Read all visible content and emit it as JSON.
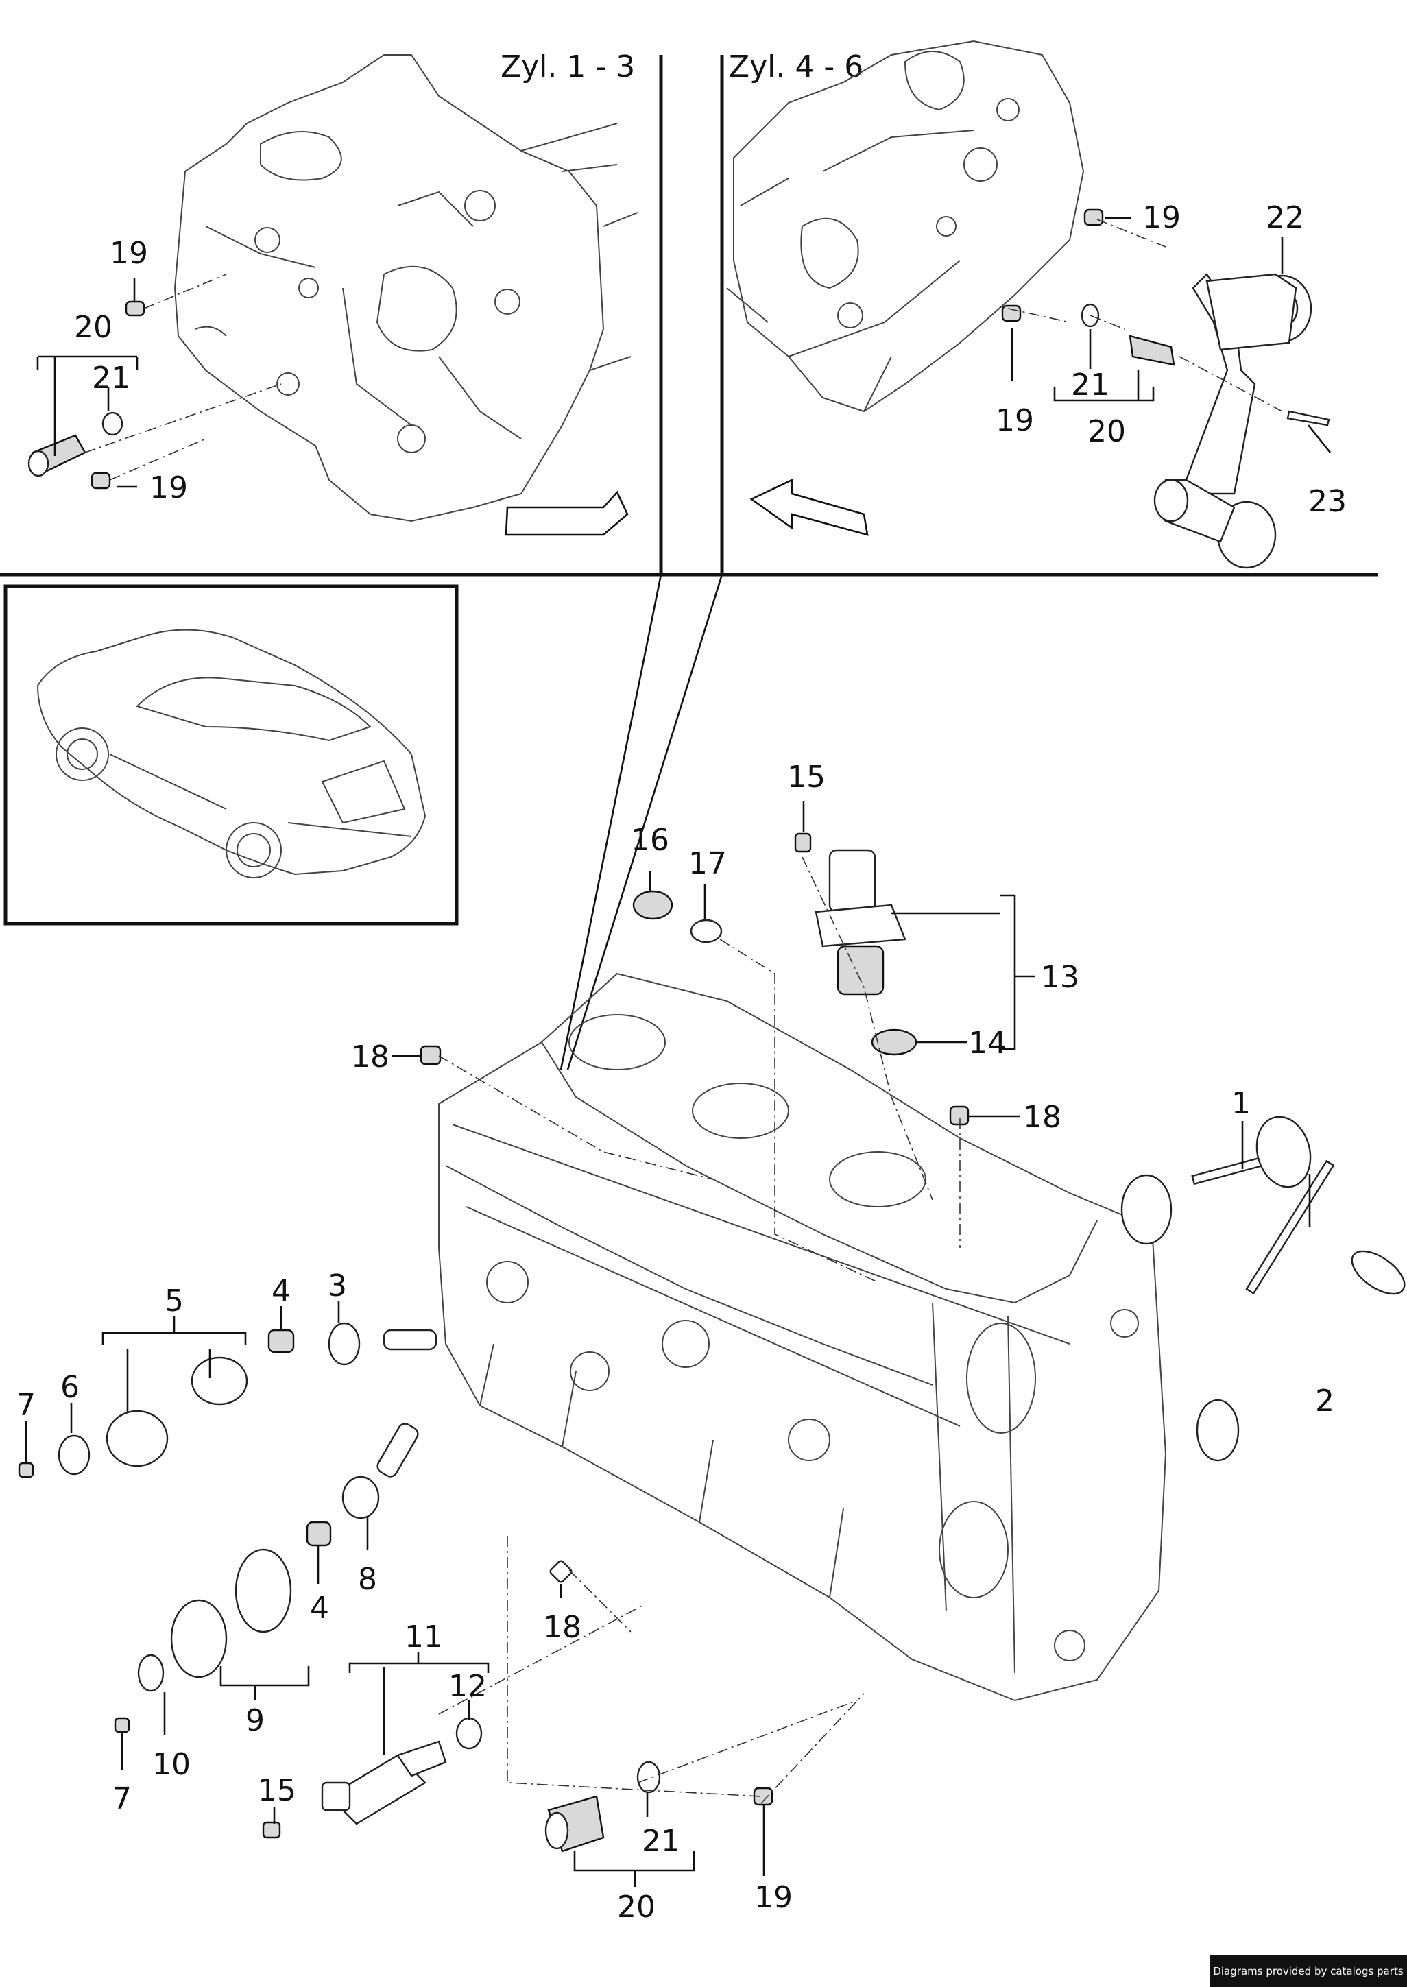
{
  "headers": {
    "left": "Zyl. 1 - 3",
    "right": "Zyl. 4 - 6"
  },
  "callouts": [
    {
      "id": "c19a",
      "text": "19"
    },
    {
      "id": "c20a",
      "text": "20"
    },
    {
      "id": "c21a",
      "text": "21"
    },
    {
      "id": "c19b",
      "text": "19"
    },
    {
      "id": "c19c",
      "text": "19"
    },
    {
      "id": "c22",
      "text": "22"
    },
    {
      "id": "c19d",
      "text": "19"
    },
    {
      "id": "c21b",
      "text": "21"
    },
    {
      "id": "c20b",
      "text": "20"
    },
    {
      "id": "c23",
      "text": "23"
    },
    {
      "id": "c15a",
      "text": "15"
    },
    {
      "id": "c16",
      "text": "16"
    },
    {
      "id": "c17",
      "text": "17"
    },
    {
      "id": "c13",
      "text": "13"
    },
    {
      "id": "c14",
      "text": "14"
    },
    {
      "id": "c18a",
      "text": "18"
    },
    {
      "id": "c18b",
      "text": "18"
    },
    {
      "id": "c1",
      "text": "1"
    },
    {
      "id": "c2",
      "text": "2"
    },
    {
      "id": "c5",
      "text": "5"
    },
    {
      "id": "c4a",
      "text": "4"
    },
    {
      "id": "c3",
      "text": "3"
    },
    {
      "id": "c6",
      "text": "6"
    },
    {
      "id": "c7a",
      "text": "7"
    },
    {
      "id": "c8",
      "text": "8"
    },
    {
      "id": "c4b",
      "text": "4"
    },
    {
      "id": "c18c",
      "text": "18"
    },
    {
      "id": "c11",
      "text": "11"
    },
    {
      "id": "c12",
      "text": "12"
    },
    {
      "id": "c9",
      "text": "9"
    },
    {
      "id": "c10",
      "text": "10"
    },
    {
      "id": "c7b",
      "text": "7"
    },
    {
      "id": "c15b",
      "text": "15"
    },
    {
      "id": "c21c",
      "text": "21"
    },
    {
      "id": "c20c",
      "text": "20"
    },
    {
      "id": "c19e",
      "text": "19"
    }
  ],
  "footer": {
    "credit": "Diagrams provided by catalogs parts"
  }
}
